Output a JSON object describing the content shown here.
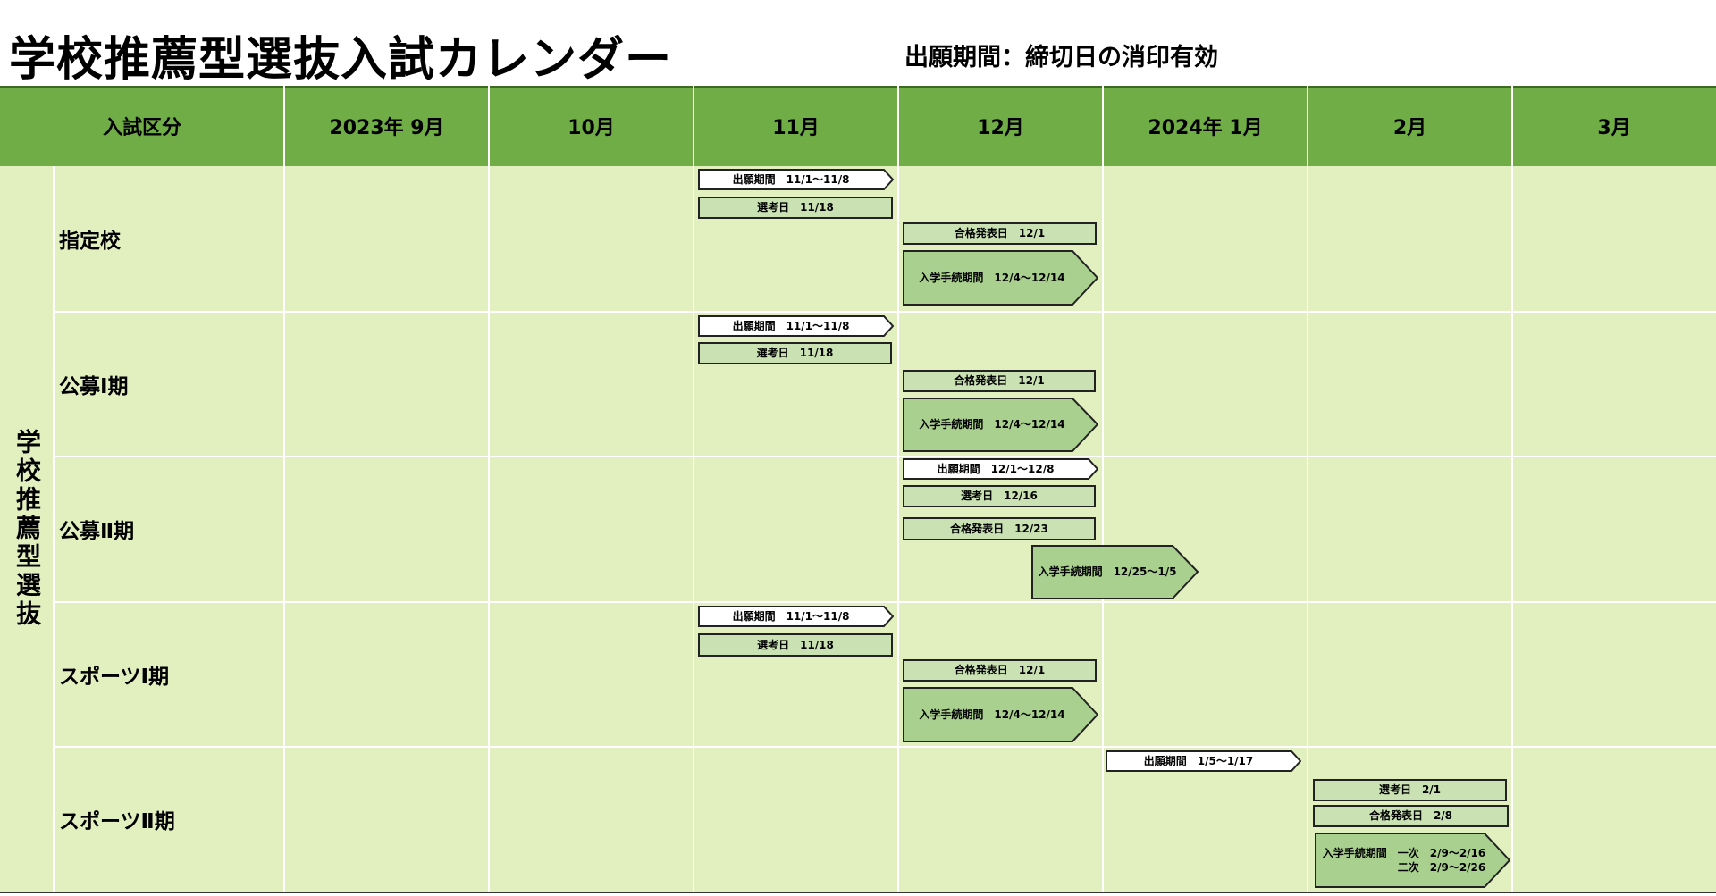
{
  "title": "学校推薦型選抜入試カレンダー",
  "subtitle": "出願期間：締切日の消印有効",
  "header": {
    "category": "入試区分",
    "months": [
      "2023年 9月",
      "10月",
      "11月",
      "12月",
      "2024年 1月",
      "2月",
      "3月"
    ]
  },
  "category_label": "学校推薦型選抜",
  "rows": [
    {
      "label": "指定校",
      "events": [
        {
          "label": "出願期間　11/1～11/8"
        },
        {
          "label": "選考日　11/18"
        },
        {
          "label": "合格発表日　12/1"
        },
        {
          "label": "入学手続期間　12/4～12/14"
        }
      ]
    },
    {
      "label": "公募Ⅰ期",
      "events": [
        {
          "label": "出願期間　11/1～11/8"
        },
        {
          "label": "選考日　11/18"
        },
        {
          "label": "合格発表日　12/1"
        },
        {
          "label": "入学手続期間　12/4～12/14"
        }
      ]
    },
    {
      "label": "公募Ⅱ期",
      "events": [
        {
          "label": "出願期間　12/1～12/8"
        },
        {
          "label": "選考日　12/16"
        },
        {
          "label": "合格発表日　12/23"
        },
        {
          "label": "入学手続期間　12/25～1/5"
        }
      ]
    },
    {
      "label": "スポーツⅠ期",
      "events": [
        {
          "label": "出願期間　11/1～11/8"
        },
        {
          "label": "選考日　11/18"
        },
        {
          "label": "合格発表日　12/1"
        },
        {
          "label": "入学手続期間　12/4～12/14"
        }
      ]
    },
    {
      "label": "スポーツⅡ期",
      "events": [
        {
          "label": "出願期間　1/5～1/17"
        },
        {
          "label": "選考日　2/1"
        },
        {
          "label": "合格発表日　2/8"
        },
        {
          "label": "入学手続期間　一次　2/9～2/16\n　　　　　　　二次　2/9～2/26"
        }
      ]
    }
  ],
  "colors": {
    "header_green": "#70ad47",
    "body_green": "#e2f0c0",
    "bar_green": "#c9e1b3",
    "procedure_green": "#a9d08e",
    "application_white": "#ffffff"
  }
}
